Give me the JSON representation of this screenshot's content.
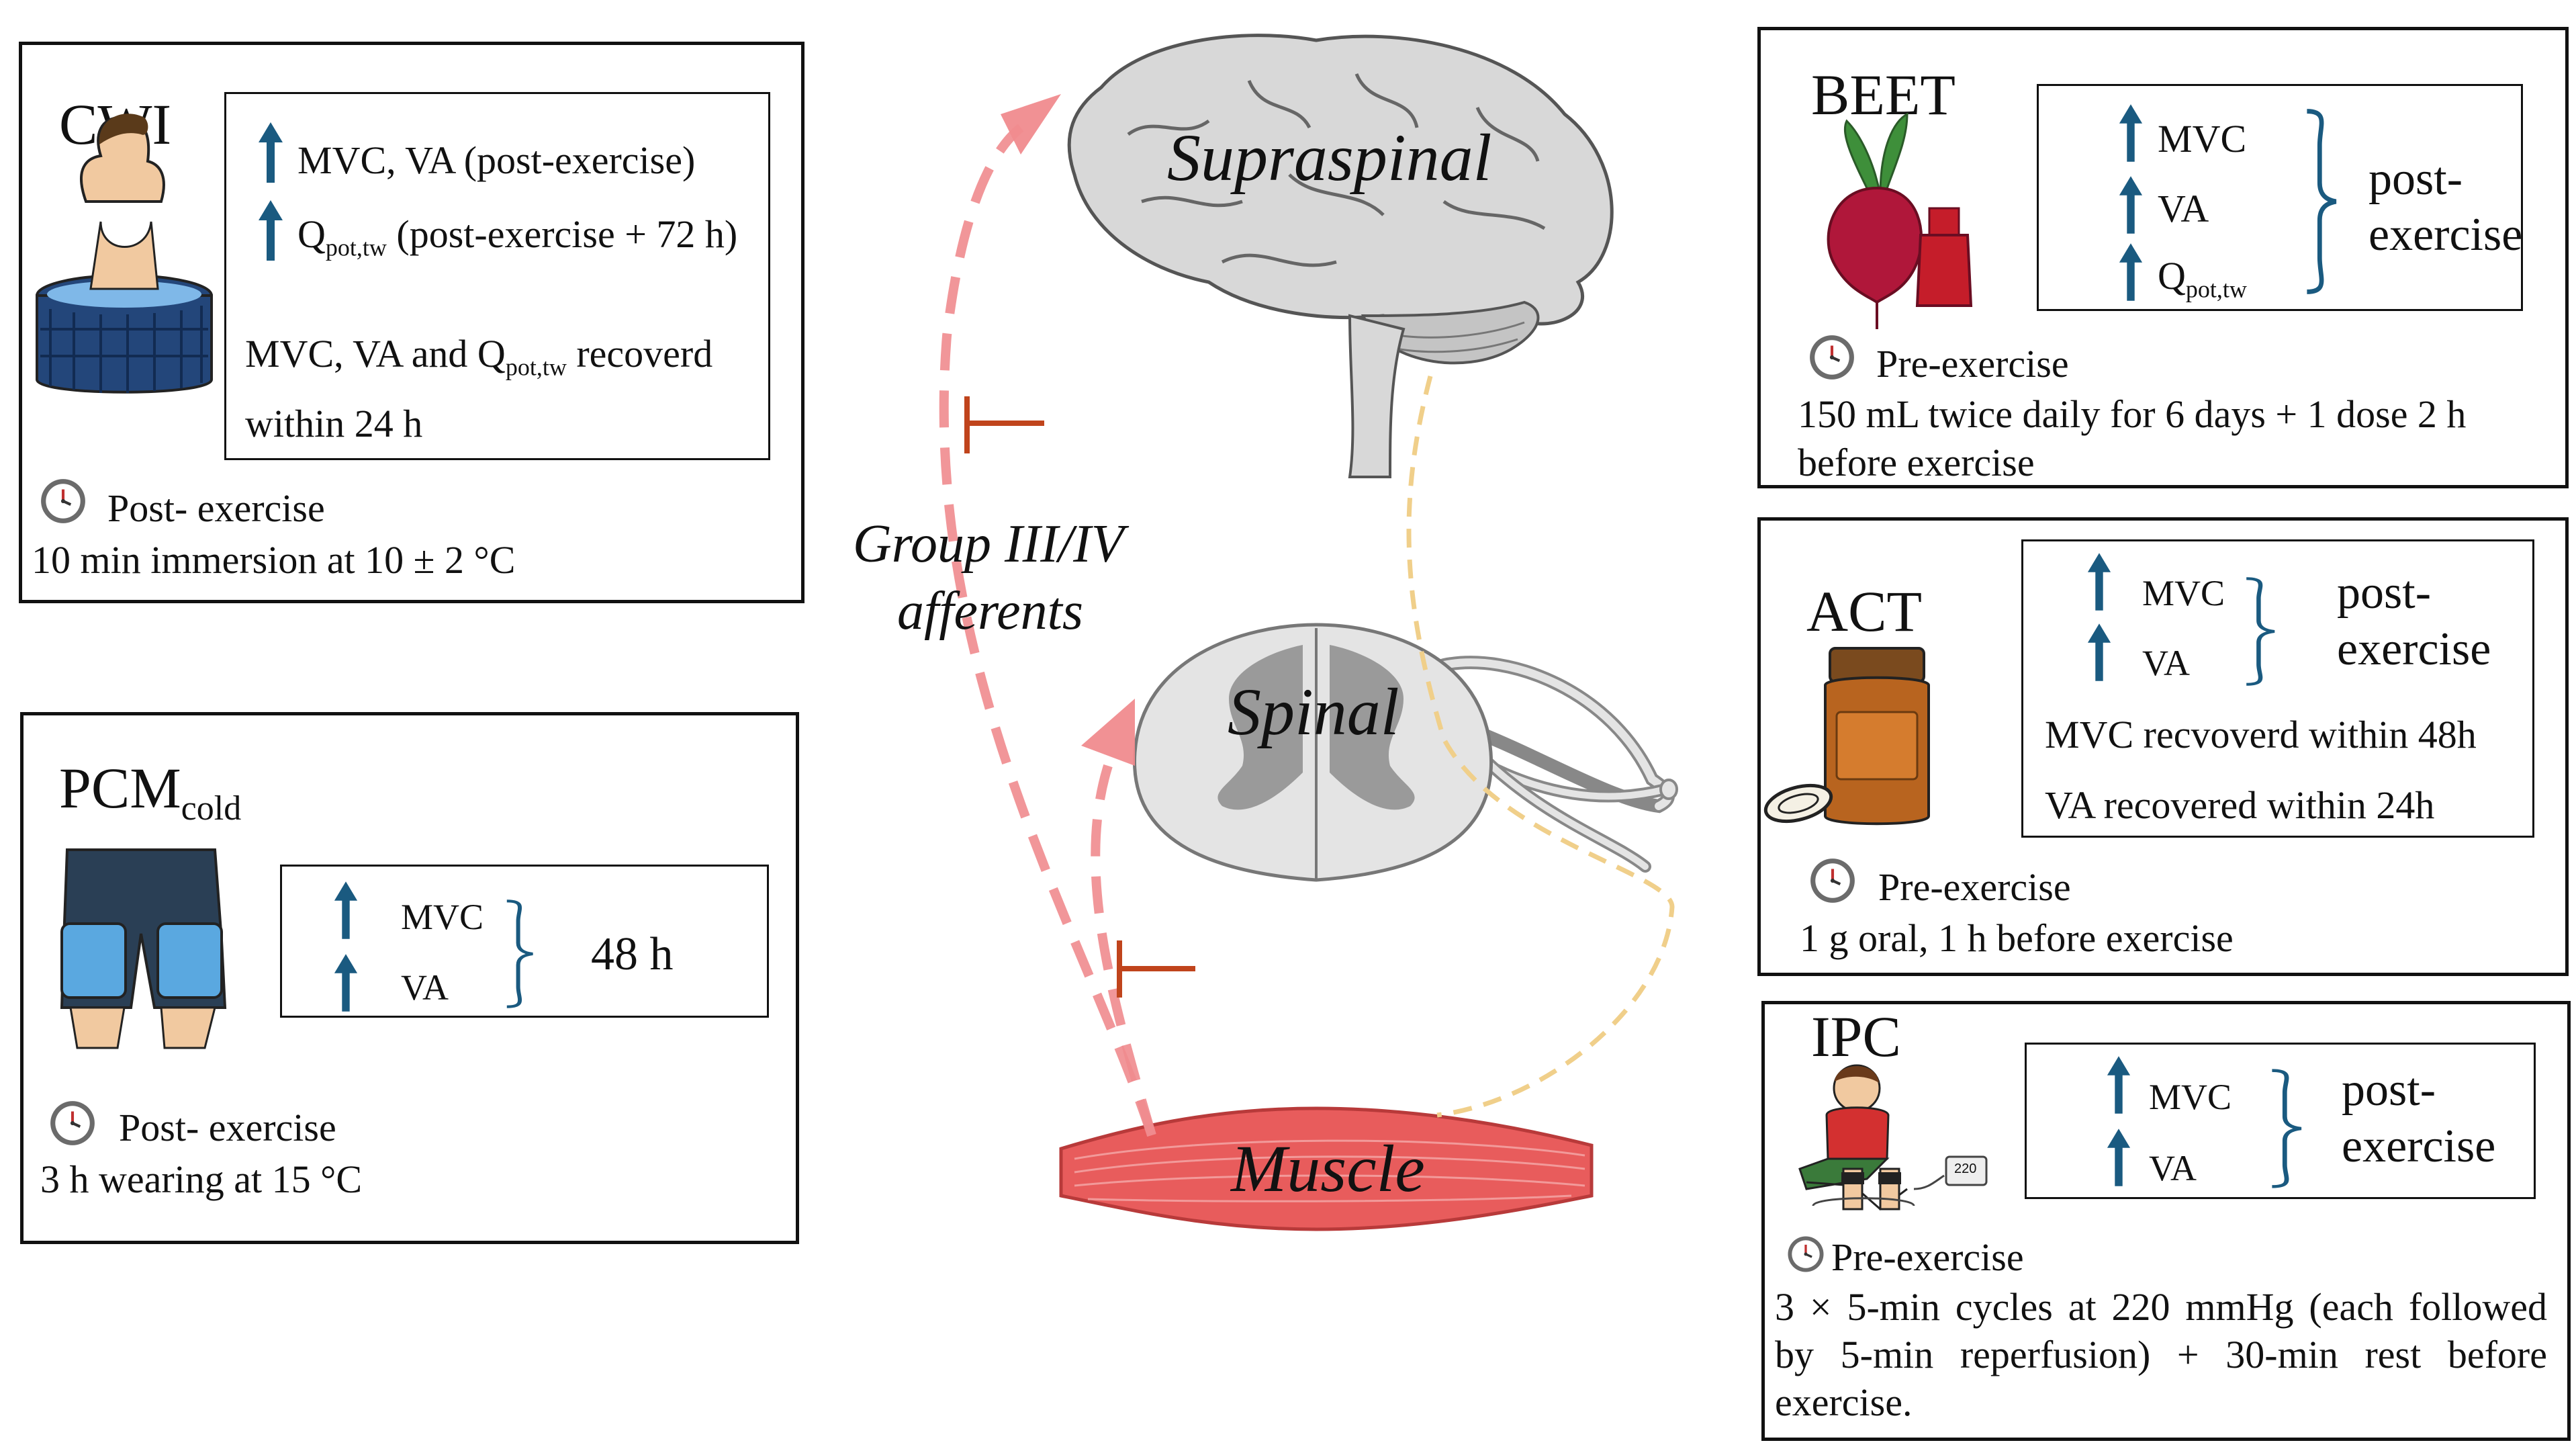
{
  "colors": {
    "arrow_up": "#1a5a80",
    "afferent_pink": "#f08b8e",
    "efferent_yellow": "#f0cf8a",
    "inhibit": "#c0441c",
    "muscle": "#e85c5c",
    "brain": "#d8d8d8",
    "panel_border": "#111111"
  },
  "center": {
    "supraspinal": "Supraspinal",
    "spinal": "Spinal",
    "muscle": "Muscle",
    "afferents_line1": "Group III/IV",
    "afferents_line2": "afferents"
  },
  "cwi": {
    "title": "CWI",
    "effect1": "MVC, VA (post-exercise)",
    "effect2_q": "Q",
    "effect2_sub": "pot,tw",
    "effect2_rest": " (post-exercise + 72 h)",
    "recover_pre": "MVC, VA and Q",
    "recover_sub": "pot,tw",
    "recover_post": " recoverd",
    "recover_line2": "within 24 h",
    "timing": "Post- exercise",
    "protocol": "10 min immersion at 10 ± 2 °C"
  },
  "pcm": {
    "title": "PCM",
    "title_sub": "cold",
    "effect1": "MVC",
    "effect2": "VA",
    "duration": "48 h",
    "timing": "Post- exercise",
    "protocol": "3 h wearing at 15 °C"
  },
  "beet": {
    "title": "BEET",
    "effect1": "MVC",
    "effect2": "VA",
    "effect3_q": "Q",
    "effect3_sub": "pot,tw",
    "when_line1": "post-",
    "when_line2": "exercise",
    "timing": "Pre-exercise",
    "protocol_line1": "150 mL twice daily for 6 days + 1 dose 2 h",
    "protocol_line2": "before exercise"
  },
  "act": {
    "title": "ACT",
    "effect1": "MVC",
    "effect2": "VA",
    "when_line1": "post-",
    "when_line2": "exercise",
    "recover1": "MVC recvoverd within 48h",
    "recover2": "VA recovered within 24h",
    "timing": "Pre-exercise",
    "protocol": "1 g oral, 1 h before exercise"
  },
  "ipc": {
    "title": "IPC",
    "effect1": "MVC",
    "effect2": "VA",
    "when_line1": "post-",
    "when_line2": "exercise",
    "device_label": "220",
    "timing": "Pre-exercise",
    "protocol": "3 × 5-min cycles at 220 mmHg (each followed by 5-min reperfusion) + 30-min rest before exercise."
  }
}
